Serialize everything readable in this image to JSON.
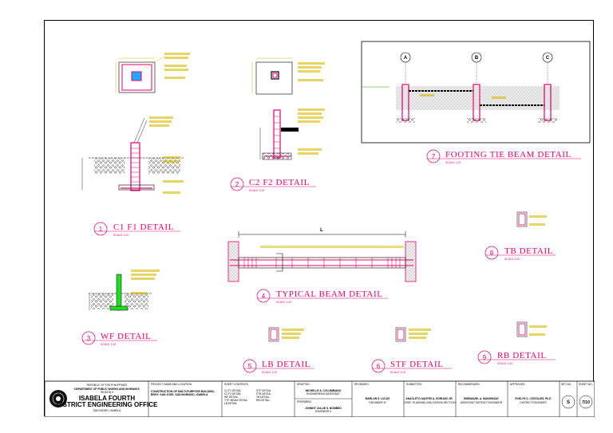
{
  "details": [
    {
      "number": "1",
      "title": "C1 F1 DETAIL",
      "scale": "SCALE 1:20"
    },
    {
      "number": "2",
      "title": "C2 F2 DETAIL",
      "scale": "SCALE 1:20"
    },
    {
      "number": "3",
      "title": "WF DETAIL",
      "scale": "SCALE 1:20"
    },
    {
      "number": "4",
      "title": "TYPICAL BEAM DETAIL",
      "scale": "SCALE 1:20"
    },
    {
      "number": "5",
      "title": "LB DETAIL",
      "scale": "SCALE 1:20"
    },
    {
      "number": "6",
      "title": "STF DETAIL",
      "scale": "SCALE 1:20"
    },
    {
      "number": "7",
      "title": "FOOTING TIE BEAM DETAIL",
      "scale": "SCALE 1:20"
    },
    {
      "number": "8",
      "title": "TB DETAIL",
      "scale": "SCALE 1:20"
    },
    {
      "number": "9",
      "title": "RB DETAIL",
      "scale": "SCALE 1:20"
    }
  ],
  "grid_axes": [
    "A",
    "B",
    "C"
  ],
  "beam_span_label": "L",
  "title_block": {
    "republic": "REPUBLIC OF THE PHILIPPINES",
    "department": "DEPARTMENT OF PUBLIC WORKS AND HIGHWAYS",
    "region": "REGION II",
    "office_line1": "ISABELA FOURTH",
    "office_line2": "DISTRICT ENGINEERING OFFICE",
    "office_address": "SAN ISIDRO, ISABELA",
    "project_header": "PROJECT NAME AND LOCATION",
    "project_text": "CONSTRUCTION OF MULTI-PURPOSE BUILDING, BRGY. SAN JOSE, SAN MARIANO, ISABELA",
    "contents_header": "SHEET CONTENTS",
    "contents": [
      "C1 F1 DETAIL",
      "C2 F2 DETAIL",
      "WF DETAIL",
      "TYP. BEAM DETAIL",
      "LB DETAIL",
      "STF DETAIL",
      "FTB DETAIL",
      "TB DETAIL",
      "RB DETAIL"
    ],
    "drafted_header": "DRAFTED:",
    "drafter_name": "MICHELLE A. COLUMBIANO",
    "drafter_role": "ENGINEERING ASSISTANT",
    "prepared_header": "PREPARED:",
    "preparer_name": "JOHNNY JULLIE S. BOMBEO",
    "preparer_role": "ENGINEER II",
    "reviewed_header": "REVIEWED:",
    "reviewer_name": "MARLON S. LUCAS",
    "reviewer_role": "ENGINEER III",
    "submitted_header": "SUBMITTED:",
    "submitter_name": "ANACLETO DANTES A. SORIANO JR.",
    "submitter_role": "CHIEF, PLANNING AND DESIGN SECTION",
    "recommended_header": "RECOMMENDED:",
    "recommender_name": "EMMANUEL A. MANGINSAY",
    "recommender_role": "ASSISTANT DISTRICT ENGINEER",
    "approved_header": "APPROVED:",
    "approver_name": "EVELYN C. COSTALES, Ph.D",
    "approver_role": "DISTRICT ENGINEER",
    "set_header": "SET NO.",
    "sheet_header": "SHEET NO.",
    "set_value": "S",
    "sheet_value": "7/10"
  }
}
